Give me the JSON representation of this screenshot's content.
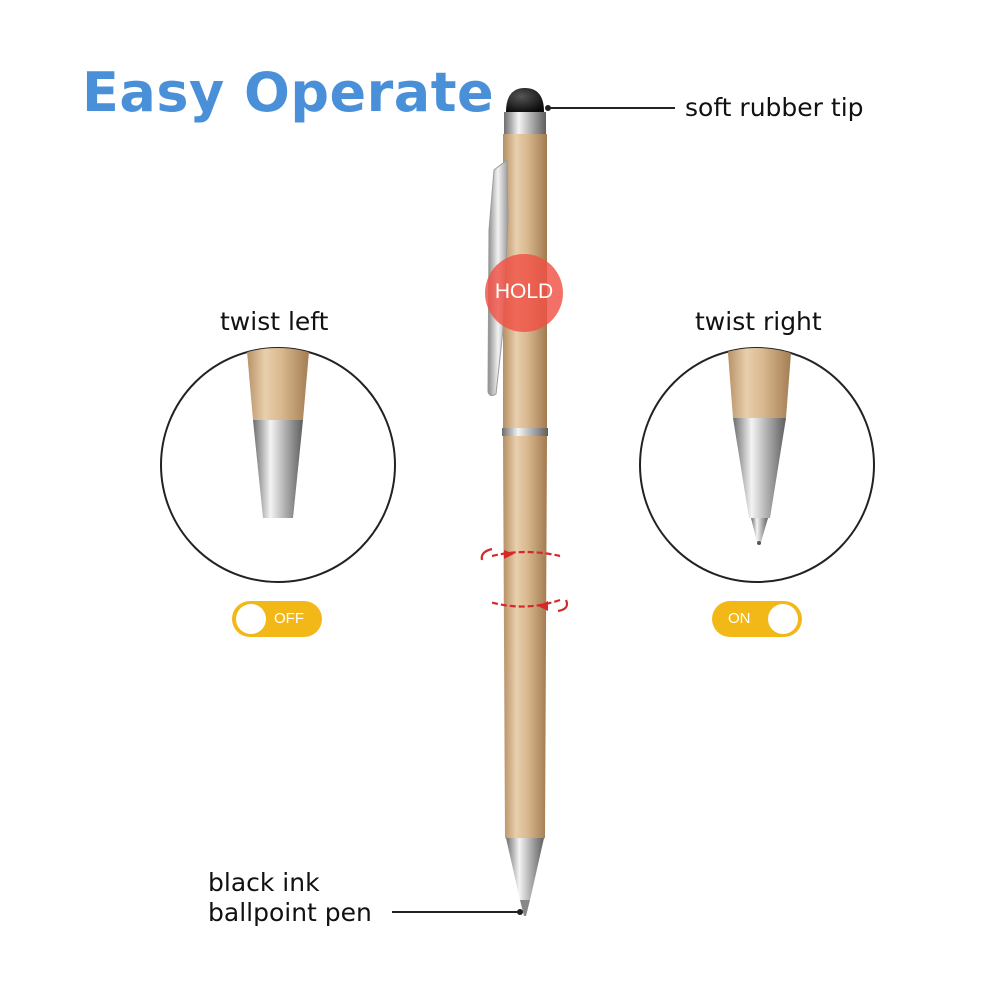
{
  "headline": "Easy Operate",
  "labels": {
    "tip": "soft rubber tip",
    "twist_left": "twist left",
    "twist_right": "twist right",
    "ink_line1": "black ink",
    "ink_line2": "ballpoint pen"
  },
  "badges": {
    "hold": "HOLD",
    "off": "OFF",
    "on": "ON"
  },
  "colors": {
    "headline": "#4a90d9",
    "pen_body": "#d8b88f",
    "toggle": "#f2b817",
    "hold_badge": "#f05046",
    "rotate_arrows": "#d62828"
  }
}
